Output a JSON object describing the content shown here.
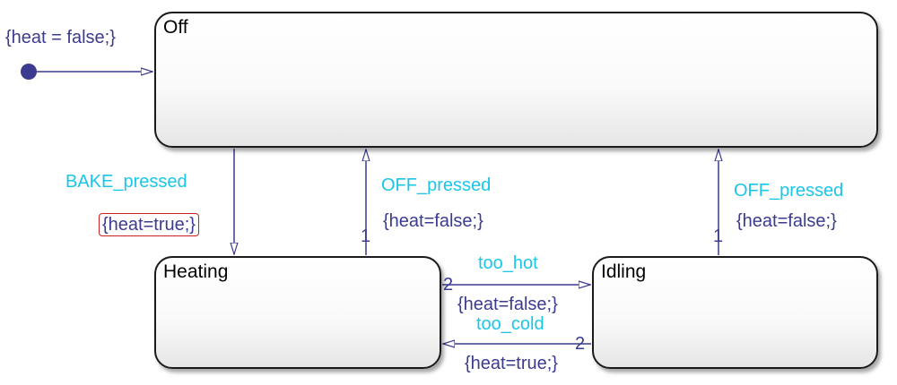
{
  "states": {
    "off": "Off",
    "heating": "Heating",
    "idling": "Idling"
  },
  "default_transition": {
    "action": "{heat = false;}"
  },
  "transitions": {
    "bake": {
      "event": "BAKE_pressed",
      "action": "{heat=true;}"
    },
    "off_from_heating": {
      "event": "OFF_pressed",
      "action": "{heat=false;}",
      "priority": "1"
    },
    "off_from_idling": {
      "event": "OFF_pressed",
      "action": "{heat=false;}",
      "priority": "1"
    },
    "too_hot": {
      "event": "too_hot",
      "action": "{heat=false;}",
      "priority": "2"
    },
    "too_cold": {
      "event": "too_cold",
      "action": "{heat=true;}",
      "priority": "2"
    }
  },
  "colors": {
    "line": "#3b3b8f",
    "event": "#1bc6e8",
    "highlight": "#cc1f1f"
  }
}
